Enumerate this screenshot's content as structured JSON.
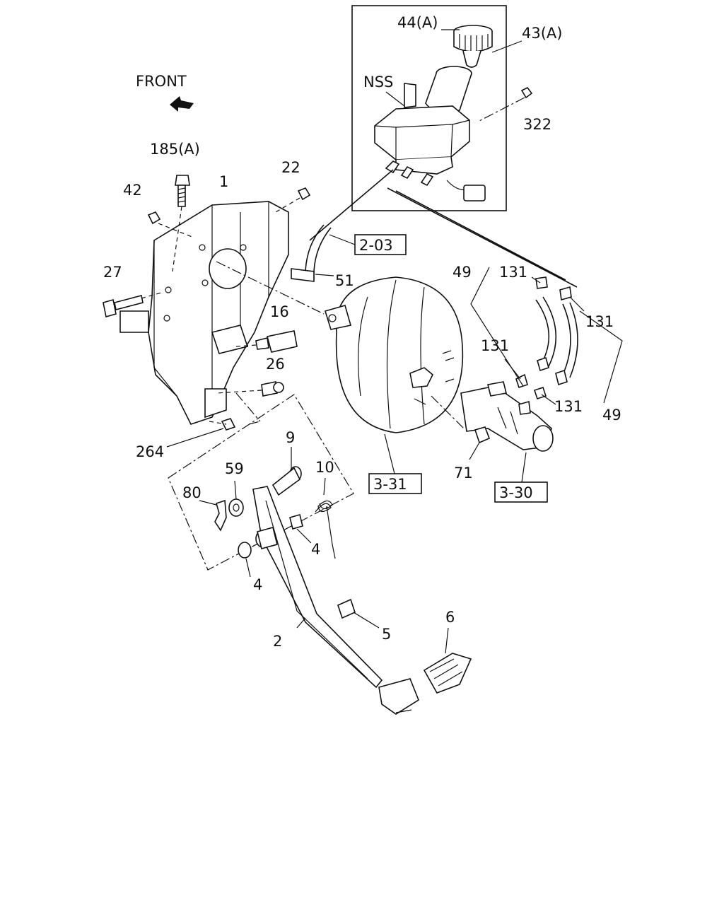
{
  "front_label": "FRONT",
  "callouts": {
    "c44a": "44(A)",
    "c43a": "43(A)",
    "nss": "NSS",
    "c322": "322",
    "c185a": "185(A)",
    "c22": "22",
    "c42": "42",
    "c1": "1",
    "c27": "27",
    "c16": "16",
    "c26": "26",
    "c264": "264",
    "c51": "51",
    "c49_top": "49",
    "c131_a": "131",
    "c131_b": "131",
    "c131_c": "131",
    "c131_d": "131",
    "c49_bottom": "49",
    "c71": "71",
    "c9": "9",
    "c59": "59",
    "c10": "10",
    "c80": "80",
    "c4_a": "4",
    "c4_b": "4",
    "c2": "2",
    "c5": "5",
    "c6": "6"
  },
  "references": {
    "r203": "2-03",
    "r331": "3-31",
    "r330": "3-30"
  }
}
